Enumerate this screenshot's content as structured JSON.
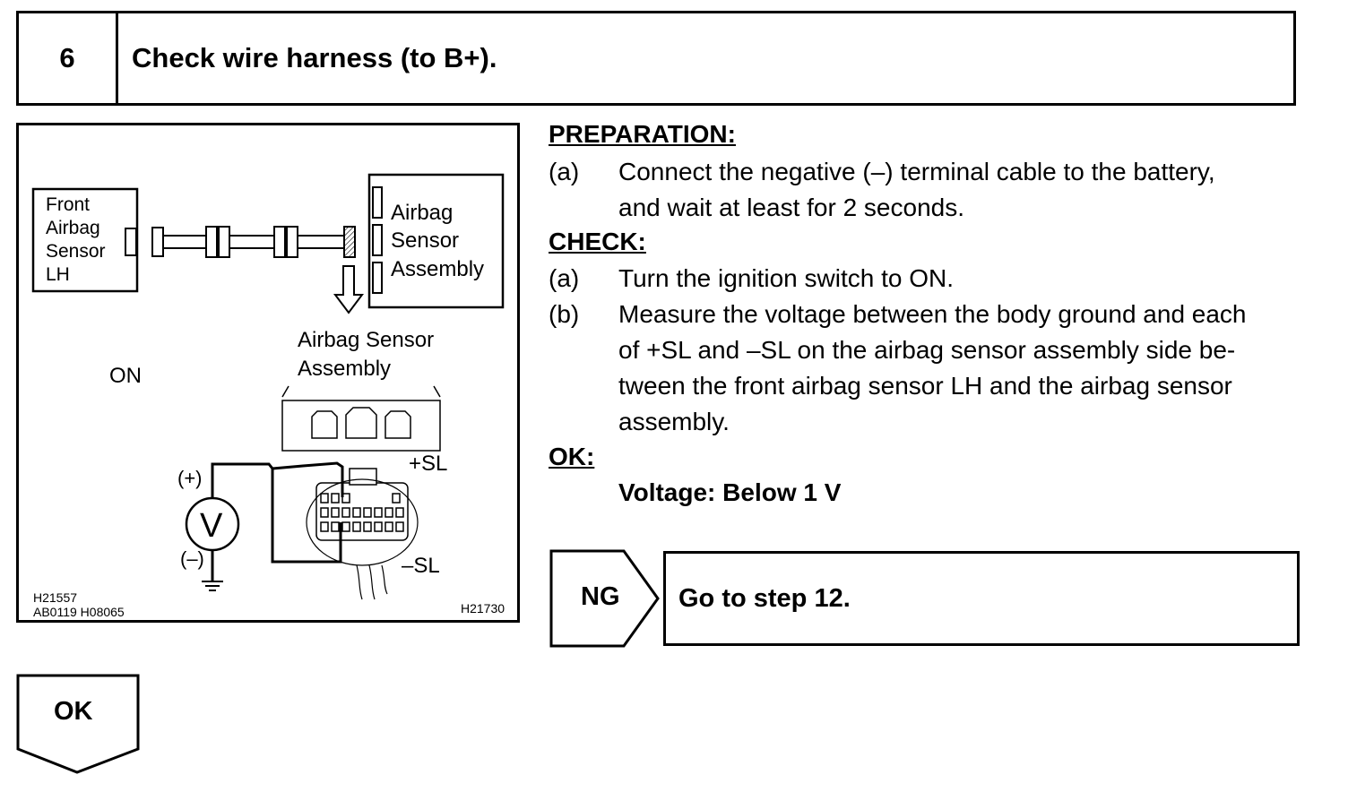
{
  "step": {
    "number": "6",
    "title": "Check wire harness (to B+)."
  },
  "figure": {
    "front_sensor_label": [
      "Front",
      "Airbag",
      "Sensor",
      "LH"
    ],
    "airbag_assembly_label": [
      "Airbag",
      "Sensor",
      "Assembly"
    ],
    "connector_label": [
      "Airbag Sensor",
      "Assembly"
    ],
    "ignition_label": "ON",
    "meter_symbol": "V",
    "plus_probe": "(+)",
    "minus_probe": "(–)",
    "plus_terminal": "+SL",
    "minus_terminal": "–SL",
    "ref_left_1": "H21557",
    "ref_left_2": "AB0119 H08065",
    "ref_right": "H21730"
  },
  "instructions": {
    "preparation_heading": "PREPARATION:",
    "preparation": [
      {
        "label": "(a)",
        "line1": "Connect the negative (–) terminal cable to the battery,",
        "line2": "and wait at least for 2 seconds."
      }
    ],
    "check_heading": "CHECK:",
    "check": [
      {
        "label": "(a)",
        "lines": [
          "Turn the ignition switch to ON."
        ]
      },
      {
        "label": "(b)",
        "lines": [
          "Measure the voltage between the body ground and each",
          "of +SL and –SL on the airbag sensor assembly side be-",
          "tween the front airbag sensor LH and the airbag sensor",
          "assembly."
        ]
      }
    ],
    "ok_heading": "OK:",
    "ok_value": "Voltage: Below 1 V"
  },
  "ng_box": {
    "tag": "NG",
    "action": "Go to step 12."
  },
  "ok_box": {
    "tag": "OK"
  }
}
